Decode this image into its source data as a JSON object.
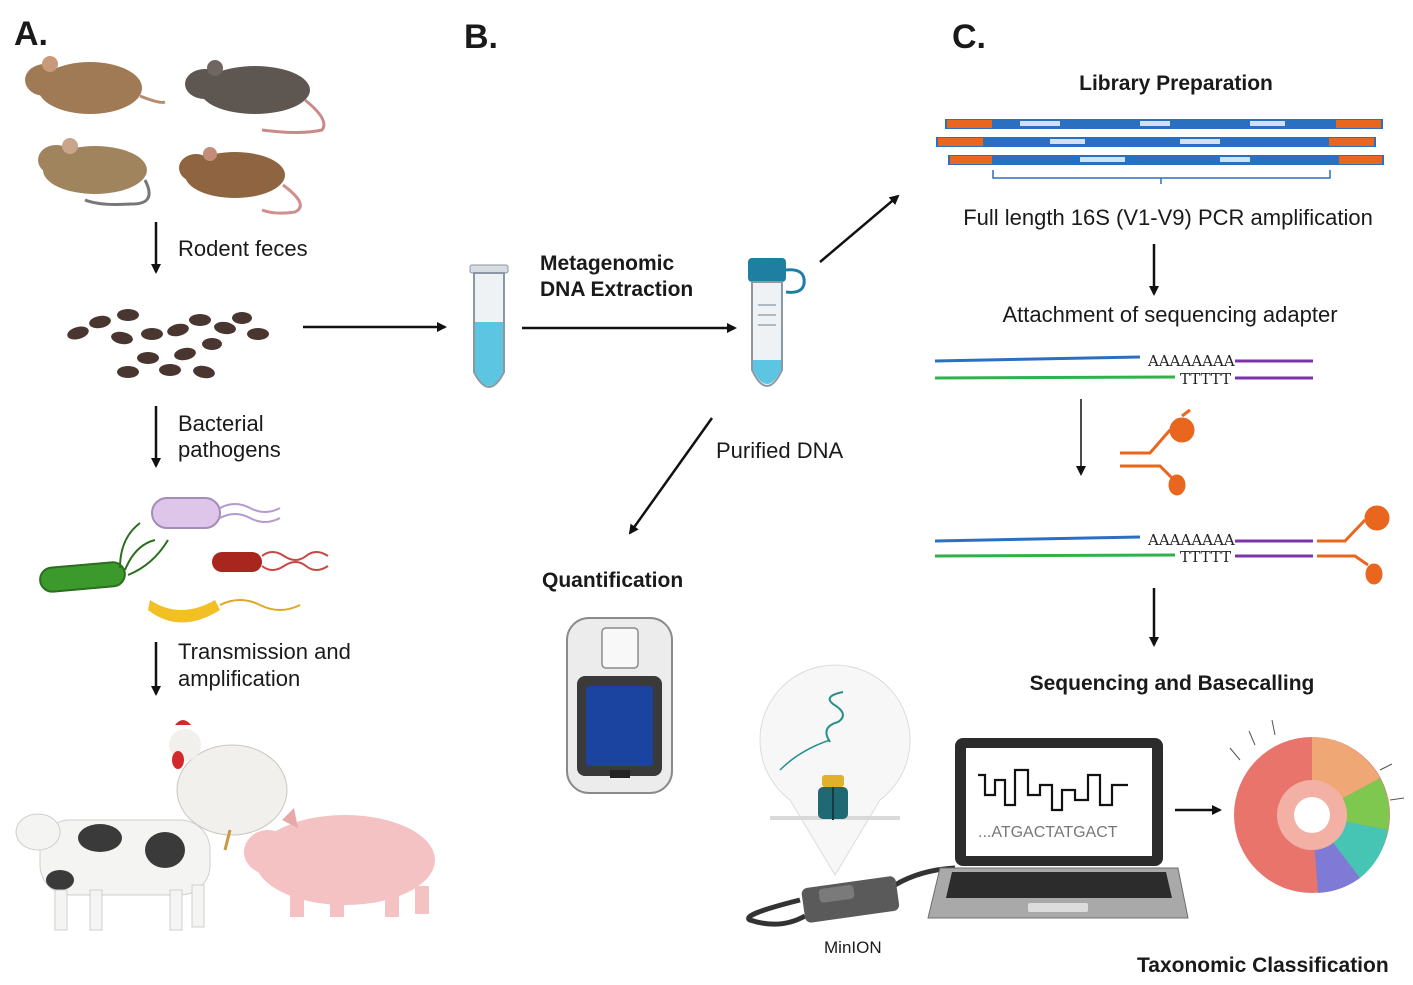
{
  "panels": {
    "a": "A.",
    "b": "B.",
    "c": "C."
  },
  "panel_a": {
    "rodent_feces": "Rodent feces",
    "bacterial_pathogens": [
      "Bacterial",
      "pathogens"
    ],
    "transmission": [
      "Transmission and",
      "amplification"
    ]
  },
  "panel_b": {
    "extraction": [
      "Metagenomic",
      "DNA Extraction"
    ],
    "purified_dna": "Purified DNA",
    "quantification": "Quantification"
  },
  "panel_c": {
    "library_prep": "Library Preparation",
    "pcr": "Full length 16S (V1-V9) PCR amplification",
    "adapter": "Attachment of sequencing adapter",
    "polyA": "AAAAAAAA",
    "polyT": "TTTTT",
    "sequencing": "Sequencing and Basecalling",
    "screen_seq": "...ATGACTATGACT",
    "minion": "MinION",
    "taxonomic": "Taxonomic Classification"
  },
  "colors": {
    "strand_blue": "#2b6fc0",
    "strand_green": "#2fb24b",
    "adapter_purple": "#7a34a8",
    "motor_orange": "#e8661e",
    "tube_liquid": "#5cc6e2"
  }
}
